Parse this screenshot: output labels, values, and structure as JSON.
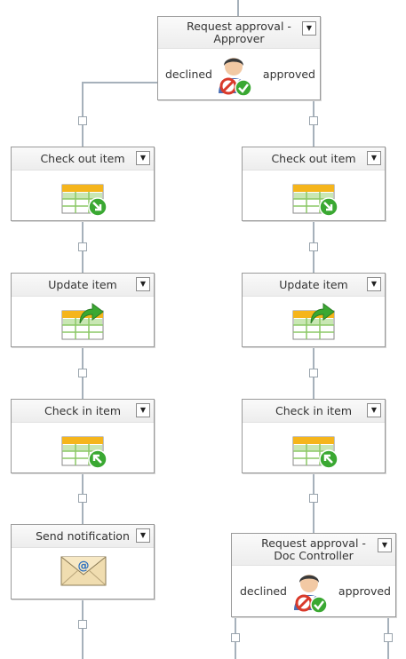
{
  "nodes": {
    "approver_request": {
      "title": "Request approval - Approver",
      "declined": "declined",
      "approved": "approved"
    },
    "left_checkout": {
      "title": "Check out item"
    },
    "right_checkout": {
      "title": "Check out item"
    },
    "left_update": {
      "title": "Update item"
    },
    "right_update": {
      "title": "Update item"
    },
    "left_checkin": {
      "title": "Check in item"
    },
    "right_checkin": {
      "title": "Check in item"
    },
    "left_notify": {
      "title": "Send notification"
    },
    "doc_controller_request": {
      "title": "Request approval - Doc Controller",
      "declined": "declined",
      "approved": "approved"
    }
  },
  "dropdown_glyph": "▼",
  "icons": {
    "approval": "approval-user-icon",
    "checkout": "list-checkout-icon",
    "update": "list-update-icon",
    "checkin": "list-checkin-icon",
    "notify": "email-envelope-icon"
  },
  "colors": {
    "wire": "#a6b1bb",
    "table_header": "#f5b51c",
    "table_body": "#8cc867",
    "arrow_green": "#3aa832",
    "declined_red": "#d93a2b",
    "envelope": "#f0ddb0"
  }
}
